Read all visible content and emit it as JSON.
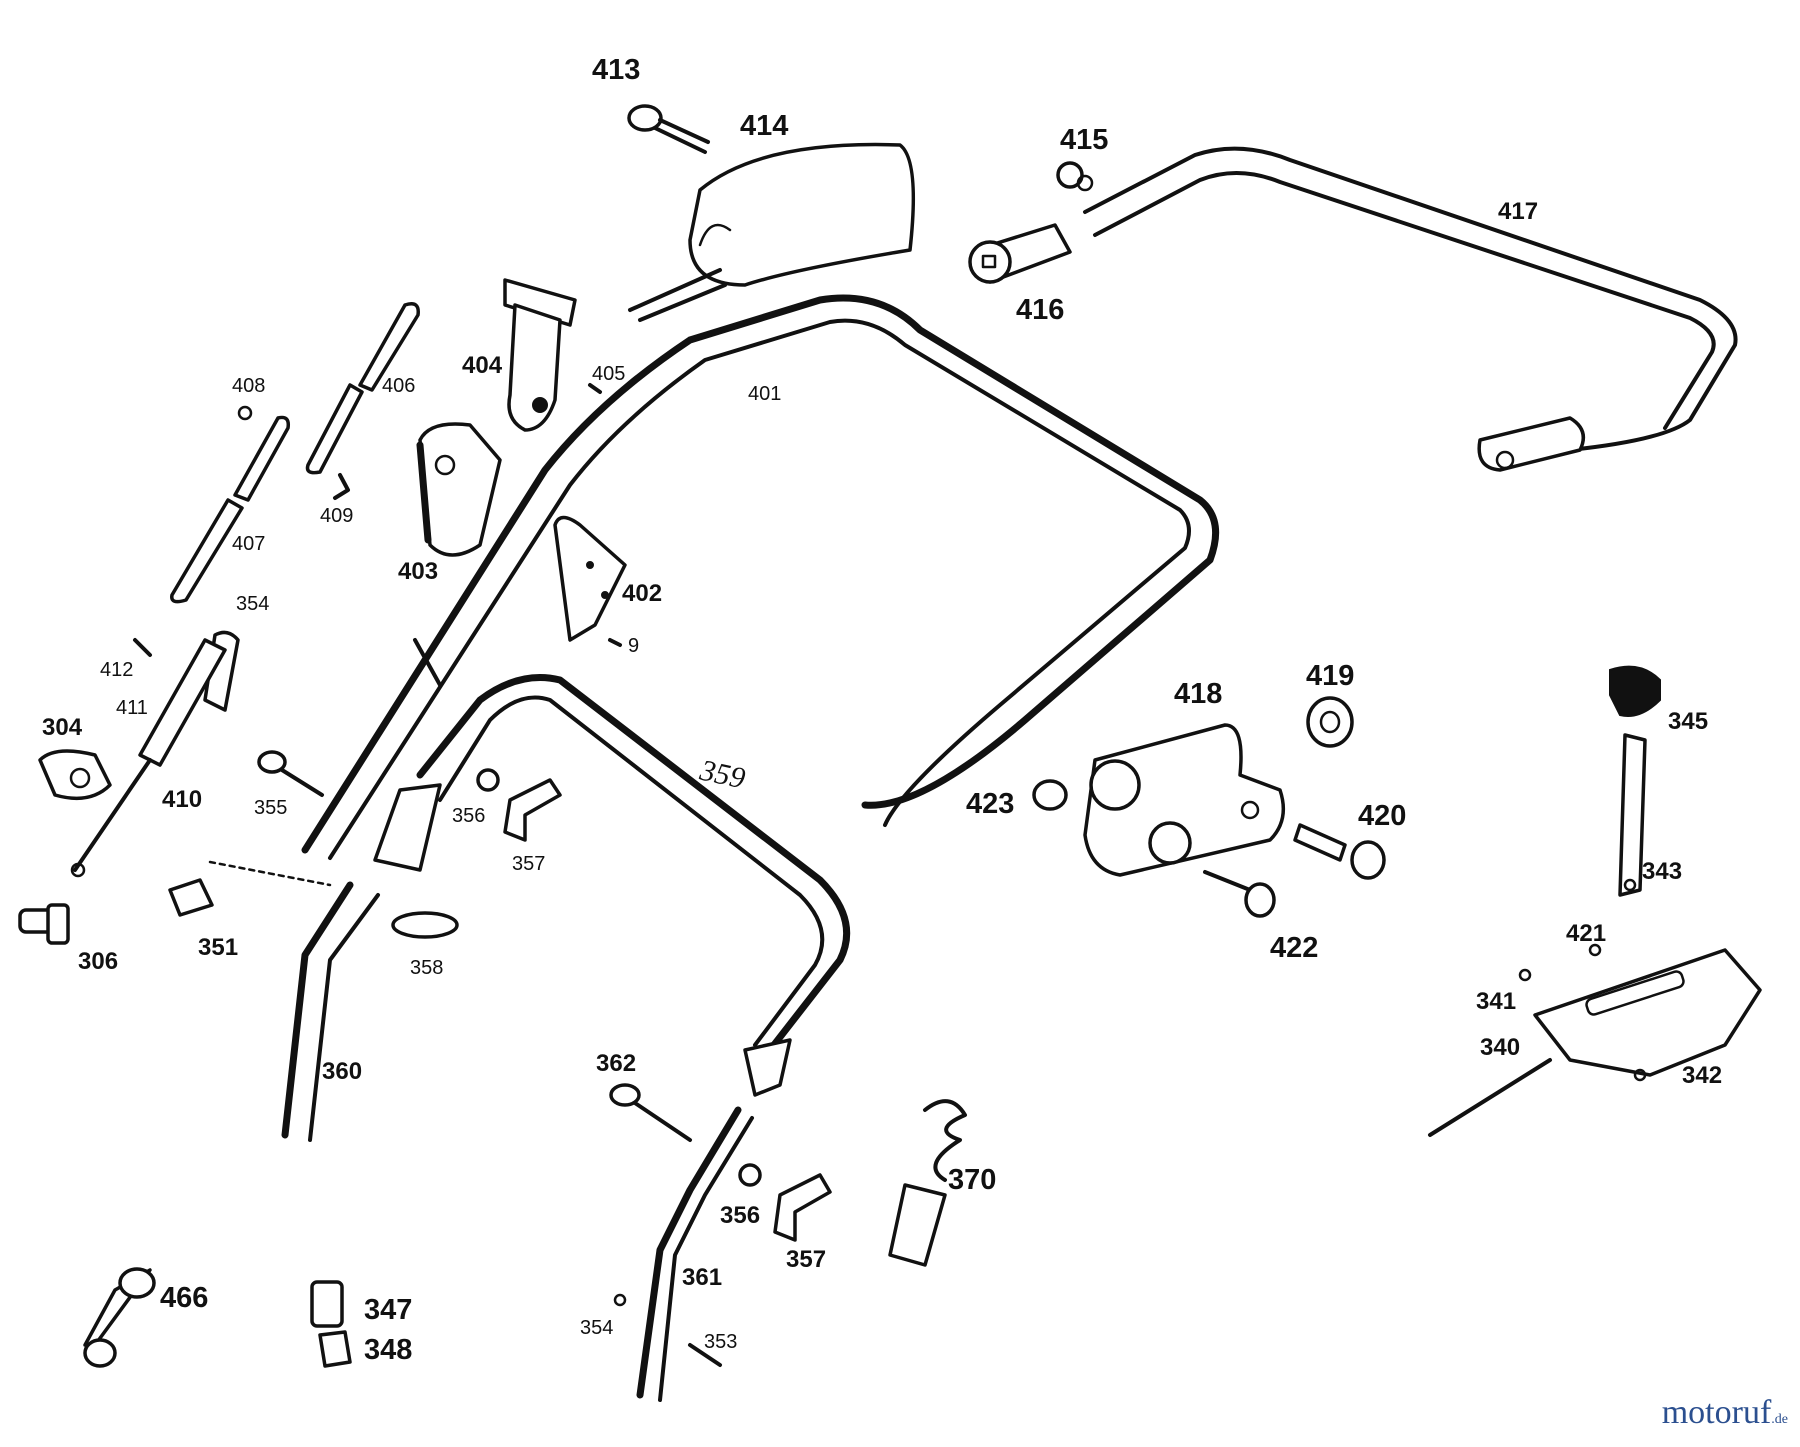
{
  "watermark": {
    "brand": "motoruf",
    "tld": ".de"
  },
  "labels": {
    "p304": "304",
    "p306": "306",
    "p340": "340",
    "p341": "341",
    "p342": "342",
    "p343": "343",
    "p345": "345",
    "p347": "347",
    "p348": "348",
    "p351": "351",
    "p353": "353",
    "p354a": "354",
    "p354b": "354",
    "p355": "355",
    "p356a": "356",
    "p356b": "356",
    "p357a": "357",
    "p357b": "357",
    "p358": "358",
    "p359": "359",
    "p360": "360",
    "p361": "361",
    "p362": "362",
    "p370": "370",
    "p401": "401",
    "p402": "402",
    "p403": "403",
    "p404": "404",
    "p405": "405",
    "p406": "406",
    "p407": "407",
    "p408": "408",
    "p409": "409",
    "p410": "410",
    "p411": "411",
    "p412": "412",
    "p413": "413",
    "p414": "414",
    "p415": "415",
    "p416": "416",
    "p417": "417",
    "p418": "418",
    "p419": "419",
    "p420": "420",
    "p421": "421",
    "p422": "422",
    "p423": "423",
    "p466": "466",
    "p9": "9"
  }
}
